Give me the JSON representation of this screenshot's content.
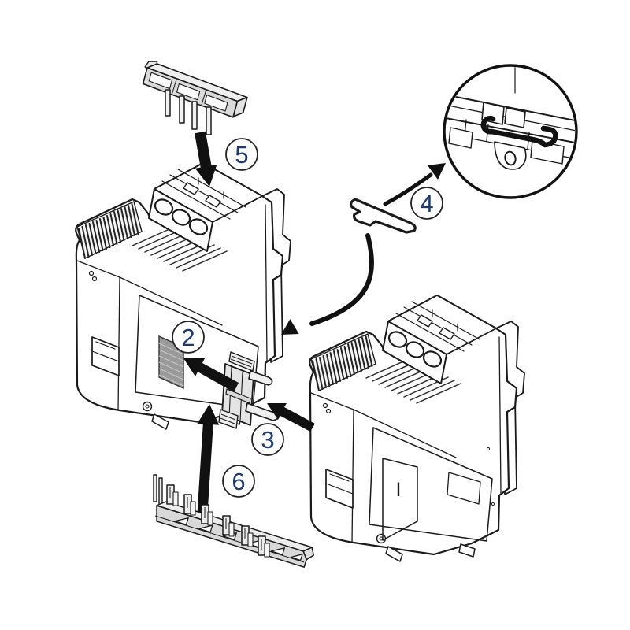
{
  "figure": {
    "type": "exploded assembly diagram",
    "subject": "contactor accessory mounting steps",
    "background": "#ffffff",
    "line_color": "#1a1a1a",
    "callout_number_color": "#1e3a6e",
    "part_fill_light": "#ececec",
    "part_fill_gray": "#d9d9d9",
    "grille_fill": "#9a9a9a"
  },
  "callouts": [
    {
      "id": "step-2",
      "label": "2"
    },
    {
      "id": "step-3",
      "label": "3"
    },
    {
      "id": "step-4",
      "label": "4"
    },
    {
      "id": "step-5",
      "label": "5"
    },
    {
      "id": "step-6",
      "label": "6"
    }
  ],
  "markings": {
    "right_device_switch": "I"
  },
  "parts": {
    "top_comb": "top parallel-link comb busbar",
    "bottom_comb": "bottom parallel-link comb busbar",
    "left_device": "left contactor",
    "right_device": "right contactor",
    "interlock": "side-mount connector block",
    "clip_tool": "retaining spring clip",
    "detail_view": "zoom detail of clip seated on device rail"
  }
}
